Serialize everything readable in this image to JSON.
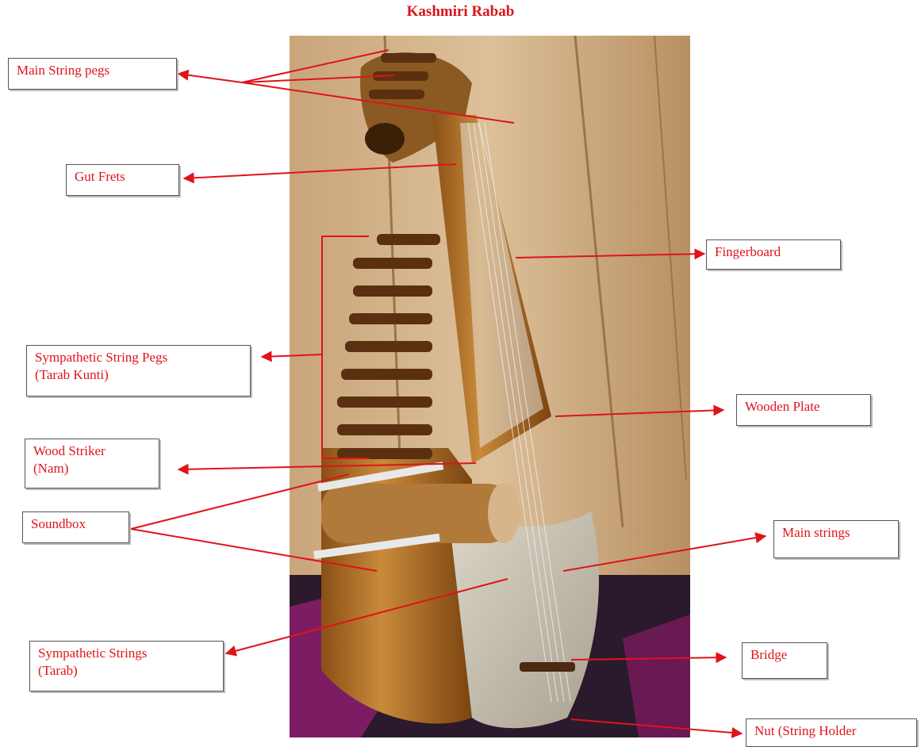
{
  "title": "Kashmiri Rabab",
  "labels": {
    "main_string_pegs": "Main String pegs",
    "gut_frets": "Gut Frets",
    "fingerboard": "Fingerboard",
    "sympathetic_string_pegs_line1": "Sympathetic String Pegs",
    "sympathetic_string_pegs_line2": "(Tarab Kunti)",
    "wooden_plate": "Wooden Plate",
    "wood_striker_line1": "Wood Striker",
    "wood_striker_line2": "(Nam)",
    "soundbox": "Soundbox",
    "main_strings": "Main strings",
    "sympathetic_strings_line1": "Sympathetic Strings",
    "sympathetic_strings_line2": "(Tarab)",
    "bridge": "Bridge",
    "nut": "Nut (String Holder"
  },
  "colors": {
    "label_text": "#e0131a",
    "arrow": "#e0131a"
  }
}
